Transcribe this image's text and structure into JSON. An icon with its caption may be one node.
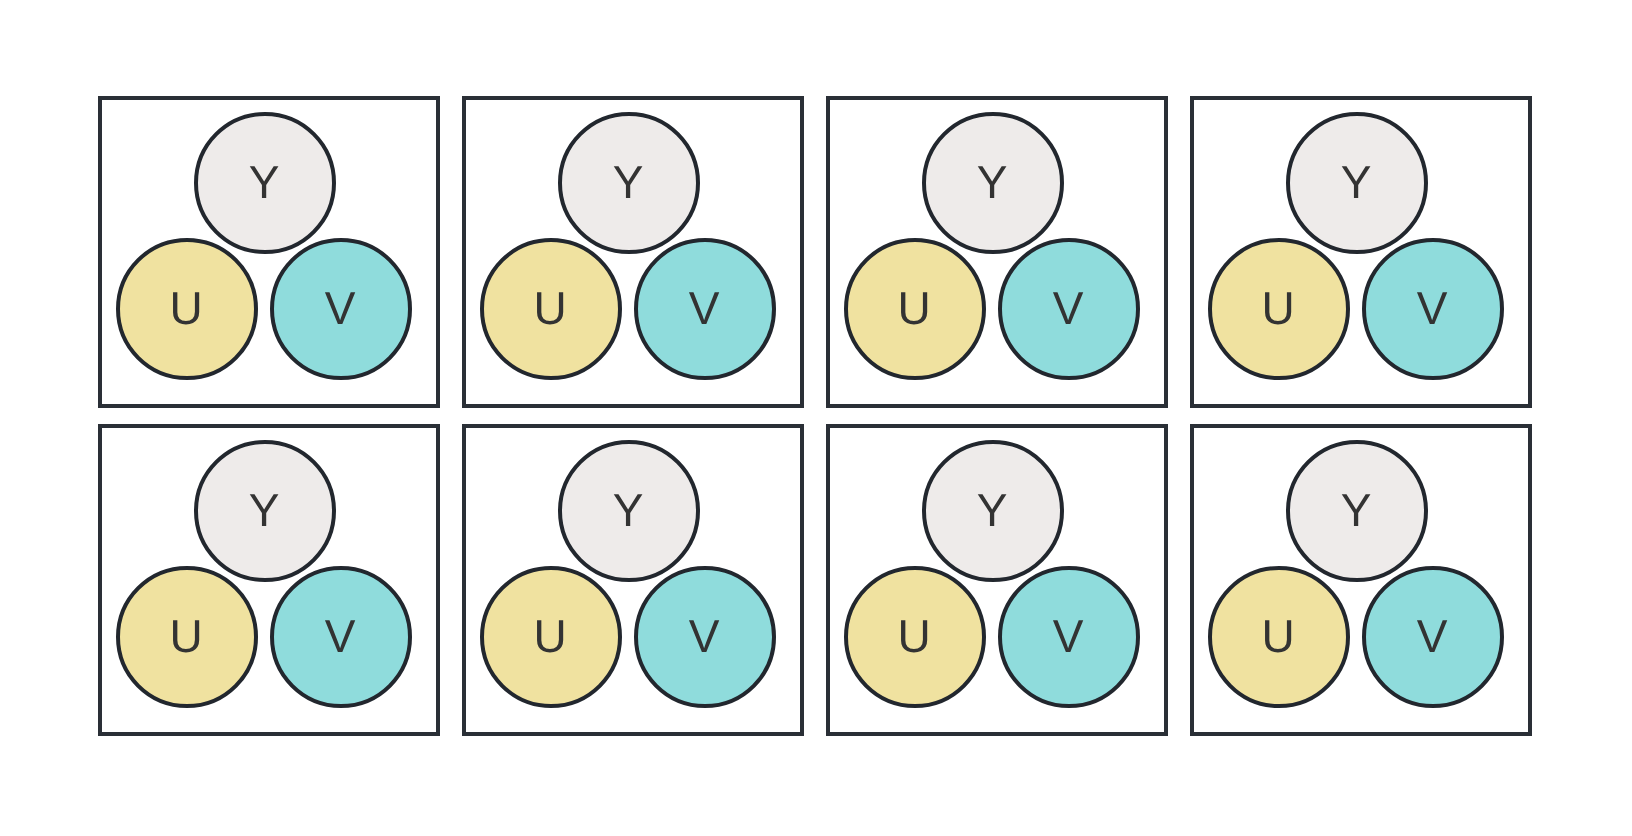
{
  "diagram": {
    "nodes": [
      {
        "text": [],
        "shape": "box"
      },
      {
        "text": [
          "Y"
        ],
        "in": 0
      },
      {
        "text": [
          "U"
        ],
        "in": 0
      },
      {
        "text": [
          "V"
        ],
        "in": 0
      },
      {
        "text": [],
        "shape": "box"
      },
      {
        "text": [
          "Y"
        ],
        "in": 4
      },
      {
        "text": [
          "U"
        ],
        "in": 4
      },
      {
        "text": [
          "V"
        ],
        "in": 4
      },
      {
        "text": [],
        "shape": "box"
      },
      {
        "text": [
          "Y"
        ],
        "in": 8
      },
      {
        "text": [
          "U"
        ],
        "in": 8
      },
      {
        "text": [
          "V"
        ],
        "in": 8
      },
      {
        "text": [],
        "shape": "box"
      },
      {
        "text": [
          "Y"
        ],
        "in": 12
      },
      {
        "text": [
          "U"
        ],
        "in": 12
      },
      {
        "text": [
          "V"
        ],
        "in": 12
      },
      {
        "text": [],
        "shape": "box"
      },
      {
        "text": [
          "Y"
        ],
        "in": 16
      },
      {
        "text": [
          "U"
        ],
        "in": 16
      },
      {
        "text": [
          "V"
        ],
        "in": 16
      },
      {
        "text": [],
        "shape": "box"
      },
      {
        "text": [
          "Y"
        ],
        "in": 20
      },
      {
        "text": [
          "U"
        ],
        "in": 20
      },
      {
        "text": [
          "V"
        ],
        "in": 20
      },
      {
        "text": [],
        "shape": "box"
      },
      {
        "text": [
          "Y"
        ],
        "in": 24
      },
      {
        "text": [
          "U"
        ],
        "in": 24
      },
      {
        "text": [
          "V"
        ],
        "in": 24
      },
      {
        "text": [],
        "shape": "box"
      },
      {
        "text": [
          "Y"
        ],
        "in": 28
      },
      {
        "text": [
          "U"
        ],
        "in": 28
      },
      {
        "text": [
          "V"
        ],
        "in": 28
      }
    ],
    "edges": []
  }
}
